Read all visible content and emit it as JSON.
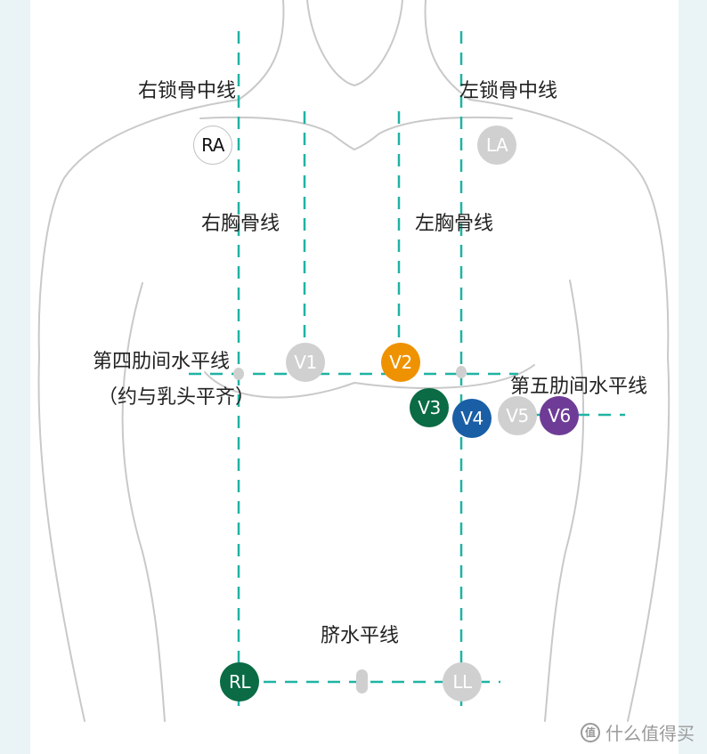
{
  "colors": {
    "page_side_bg": "#eaf4f7",
    "body_outline": "#c9c9c9",
    "guide_line": "#1fb3a3",
    "outline_node": "#bfbfbf"
  },
  "vertical_lines": [
    {
      "id": "right-midclavicular-line",
      "label": "右锁骨中线"
    },
    {
      "id": "right-sternal-line",
      "label": "右胸骨线"
    },
    {
      "id": "left-sternal-line",
      "label": "左胸骨线"
    },
    {
      "id": "left-midclavicular-line",
      "label": "左锁骨中线"
    }
  ],
  "horizontal_lines": [
    {
      "id": "fourth-intercostal-line",
      "label": "第四肋间水平线",
      "note": "（约与乳头平齐）"
    },
    {
      "id": "fifth-intercostal-line",
      "label": "第五肋间水平线"
    },
    {
      "id": "umbilical-line",
      "label": "脐水平线"
    }
  ],
  "electrodes": [
    {
      "id": "RA",
      "label": "RA",
      "style": "outline",
      "color": "#ffffff"
    },
    {
      "id": "LA",
      "label": "LA",
      "style": "filled",
      "color": "#d0d0d0"
    },
    {
      "id": "V1",
      "label": "V1",
      "style": "filled",
      "color": "#d0d0d0"
    },
    {
      "id": "V2",
      "label": "V2",
      "style": "filled",
      "color": "#ef9200"
    },
    {
      "id": "V3",
      "label": "V3",
      "style": "filled",
      "color": "#0a6b45"
    },
    {
      "id": "V4",
      "label": "V4",
      "style": "filled",
      "color": "#1a5ea6"
    },
    {
      "id": "V5",
      "label": "V5",
      "style": "filled",
      "color": "#d0d0d0"
    },
    {
      "id": "V6",
      "label": "V6",
      "style": "filled",
      "color": "#6e3c96"
    },
    {
      "id": "RL",
      "label": "RL",
      "style": "filled",
      "color": "#0a6b45"
    },
    {
      "id": "LL",
      "label": "LL",
      "style": "filled",
      "color": "#d0d0d0"
    }
  ],
  "watermark": {
    "icon": "zhidemai-logo-icon",
    "text": "什么值得买"
  }
}
